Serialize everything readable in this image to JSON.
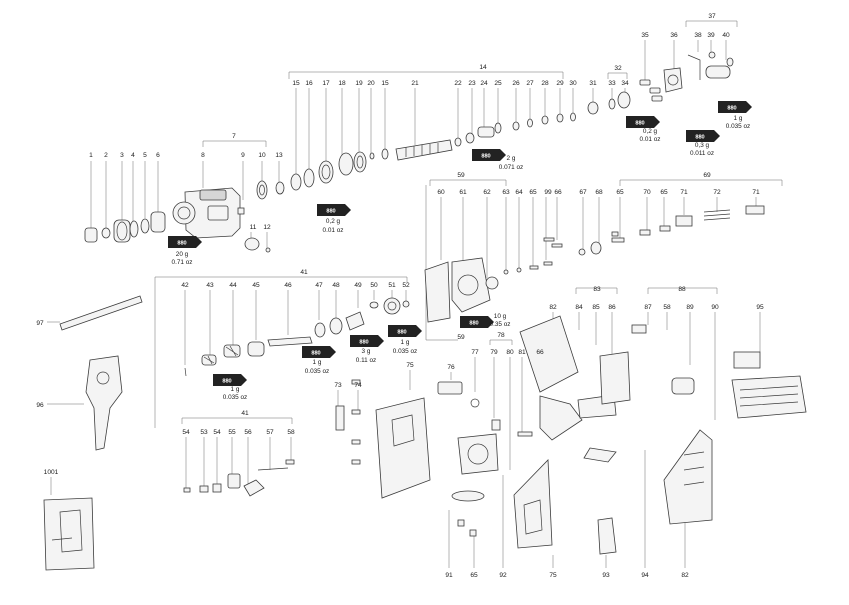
{
  "diagram": {
    "callouts": [
      {
        "id": "c1",
        "text": "1"
      },
      {
        "id": "c2",
        "text": "2"
      },
      {
        "id": "c3",
        "text": "3"
      },
      {
        "id": "c4",
        "text": "4"
      },
      {
        "id": "c5",
        "text": "5"
      },
      {
        "id": "c6",
        "text": "6"
      },
      {
        "id": "c7",
        "text": "7"
      },
      {
        "id": "c8",
        "text": "8"
      },
      {
        "id": "c9",
        "text": "9"
      },
      {
        "id": "c10",
        "text": "10"
      },
      {
        "id": "c11",
        "text": "11"
      },
      {
        "id": "c12",
        "text": "12"
      },
      {
        "id": "c13",
        "text": "13"
      },
      {
        "id": "c14",
        "text": "14"
      },
      {
        "id": "c15a",
        "text": "15"
      },
      {
        "id": "c16",
        "text": "16"
      },
      {
        "id": "c17",
        "text": "17"
      },
      {
        "id": "c18",
        "text": "18"
      },
      {
        "id": "c19",
        "text": "19"
      },
      {
        "id": "c20",
        "text": "20"
      },
      {
        "id": "c15b",
        "text": "15"
      },
      {
        "id": "c21",
        "text": "21"
      },
      {
        "id": "c22",
        "text": "22"
      },
      {
        "id": "c23",
        "text": "23"
      },
      {
        "id": "c24",
        "text": "24"
      },
      {
        "id": "c25",
        "text": "25"
      },
      {
        "id": "c26",
        "text": "26"
      },
      {
        "id": "c27",
        "text": "27"
      },
      {
        "id": "c28",
        "text": "28"
      },
      {
        "id": "c29",
        "text": "29"
      },
      {
        "id": "c30",
        "text": "30"
      },
      {
        "id": "c31",
        "text": "31"
      },
      {
        "id": "c32",
        "text": "32"
      },
      {
        "id": "c33",
        "text": "33"
      },
      {
        "id": "c34",
        "text": "34"
      },
      {
        "id": "c35",
        "text": "35"
      },
      {
        "id": "c36",
        "text": "36"
      },
      {
        "id": "c37",
        "text": "37"
      },
      {
        "id": "c38",
        "text": "38"
      },
      {
        "id": "c39",
        "text": "39"
      },
      {
        "id": "c40",
        "text": "40"
      },
      {
        "id": "c41a",
        "text": "41"
      },
      {
        "id": "c42",
        "text": "42"
      },
      {
        "id": "c43",
        "text": "43"
      },
      {
        "id": "c44",
        "text": "44"
      },
      {
        "id": "c45",
        "text": "45"
      },
      {
        "id": "c46",
        "text": "46"
      },
      {
        "id": "c47",
        "text": "47"
      },
      {
        "id": "c48",
        "text": "48"
      },
      {
        "id": "c49",
        "text": "49"
      },
      {
        "id": "c50",
        "text": "50"
      },
      {
        "id": "c51",
        "text": "51"
      },
      {
        "id": "c52",
        "text": "52"
      },
      {
        "id": "c41b",
        "text": "41"
      },
      {
        "id": "c54a",
        "text": "54"
      },
      {
        "id": "c53",
        "text": "53"
      },
      {
        "id": "c54b",
        "text": "54"
      },
      {
        "id": "c55",
        "text": "55"
      },
      {
        "id": "c56",
        "text": "56"
      },
      {
        "id": "c57",
        "text": "57"
      },
      {
        "id": "c58a",
        "text": "58"
      },
      {
        "id": "c59a",
        "text": "59"
      },
      {
        "id": "c60",
        "text": "60"
      },
      {
        "id": "c61",
        "text": "61"
      },
      {
        "id": "c62",
        "text": "62"
      },
      {
        "id": "c63",
        "text": "63"
      },
      {
        "id": "c64",
        "text": "64"
      },
      {
        "id": "c65a",
        "text": "65"
      },
      {
        "id": "c99",
        "text": "99"
      },
      {
        "id": "c66a",
        "text": "66"
      },
      {
        "id": "c67",
        "text": "67"
      },
      {
        "id": "c68",
        "text": "68"
      },
      {
        "id": "c65b",
        "text": "65"
      },
      {
        "id": "c69",
        "text": "69"
      },
      {
        "id": "c70",
        "text": "70"
      },
      {
        "id": "c65c",
        "text": "65"
      },
      {
        "id": "c71a",
        "text": "71"
      },
      {
        "id": "c72",
        "text": "72"
      },
      {
        "id": "c71b",
        "text": "71"
      },
      {
        "id": "c73",
        "text": "73"
      },
      {
        "id": "c74",
        "text": "74"
      },
      {
        "id": "c75a",
        "text": "75"
      },
      {
        "id": "c76",
        "text": "76"
      },
      {
        "id": "c59b",
        "text": "59"
      },
      {
        "id": "c77",
        "text": "77"
      },
      {
        "id": "c78",
        "text": "78"
      },
      {
        "id": "c79",
        "text": "79"
      },
      {
        "id": "c80",
        "text": "80"
      },
      {
        "id": "c81",
        "text": "81"
      },
      {
        "id": "c82a",
        "text": "82"
      },
      {
        "id": "c66b",
        "text": "66"
      },
      {
        "id": "c83",
        "text": "83"
      },
      {
        "id": "c84",
        "text": "84"
      },
      {
        "id": "c85",
        "text": "85"
      },
      {
        "id": "c86",
        "text": "86"
      },
      {
        "id": "c87",
        "text": "87"
      },
      {
        "id": "c88",
        "text": "88"
      },
      {
        "id": "c58b",
        "text": "58"
      },
      {
        "id": "c89",
        "text": "89"
      },
      {
        "id": "c90",
        "text": "90"
      },
      {
        "id": "c95",
        "text": "95"
      },
      {
        "id": "c97",
        "text": "97"
      },
      {
        "id": "c96",
        "text": "96"
      },
      {
        "id": "c1001",
        "text": "1001"
      },
      {
        "id": "c91",
        "text": "91"
      },
      {
        "id": "c65d",
        "text": "65"
      },
      {
        "id": "c92",
        "text": "92"
      },
      {
        "id": "c75b",
        "text": "75"
      },
      {
        "id": "c93",
        "text": "93"
      },
      {
        "id": "c94",
        "text": "94"
      },
      {
        "id": "c82b",
        "text": "82"
      }
    ],
    "lubricant_tag": "880",
    "quantity_notes": [
      {
        "id": "q_a",
        "line1": "20 g",
        "line2": "0.71 oz"
      },
      {
        "id": "q_b",
        "line1": "0,2 g",
        "line2": "0.01 oz"
      },
      {
        "id": "q_c",
        "line1": "2 g",
        "line2": "0.071 oz"
      },
      {
        "id": "q_d",
        "line1": "0,2 g",
        "line2": "0.01 oz"
      },
      {
        "id": "q_e",
        "line1": "0,3 g",
        "line2": "0.011 oz"
      },
      {
        "id": "q_f",
        "line1": "1 g",
        "line2": "0.035 oz"
      },
      {
        "id": "q_g",
        "line1": "10 g",
        "line2": "0.35 oz"
      },
      {
        "id": "q_h",
        "line1": "1 g",
        "line2": "0.035 oz"
      },
      {
        "id": "q_i",
        "line1": "1 g",
        "line2": "0.035 oz"
      },
      {
        "id": "q_j",
        "line1": "3 g",
        "line2": "0.11 oz"
      },
      {
        "id": "q_k",
        "line1": "1 g",
        "line2": "0.035 oz"
      }
    ]
  }
}
